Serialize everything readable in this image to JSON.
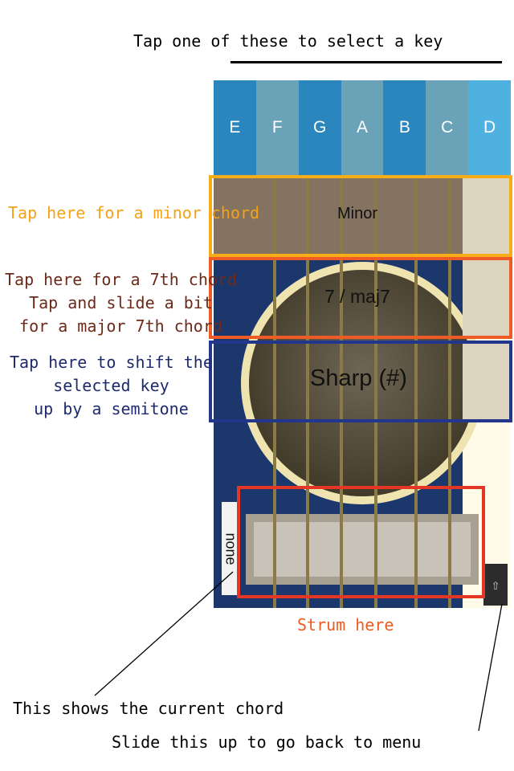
{
  "annotations": {
    "select_key": "Tap one of these to select a key",
    "minor": "Tap here for a minor chord",
    "seventh_1": "Tap here for a 7th chord",
    "seventh_2": "Tap and slide a bit",
    "seventh_3": "for a major 7th chord",
    "sharp_1": "Tap here to shift the",
    "sharp_2": "selected key",
    "sharp_3": "up by a semitone",
    "strum": "Strum here",
    "current_chord": "This shows the current chord",
    "back_menu": "Slide this up to go back to menu"
  },
  "keys": [
    "E",
    "F",
    "G",
    "A",
    "B",
    "C",
    "D"
  ],
  "bands": {
    "minor": "Minor",
    "seventh": "7 / maj7",
    "sharp": "Sharp (#)"
  },
  "chord_display": "none",
  "menu_slider_icon": "up-arrow-icon",
  "colors": {
    "minor_outline": "#f6ad17",
    "seventh_outline": "#ef5b26",
    "sharp_outline": "#23368e",
    "strum_outline": "#e53525",
    "key_blue": "#2a86bd",
    "body_navy": "#1b376c"
  }
}
